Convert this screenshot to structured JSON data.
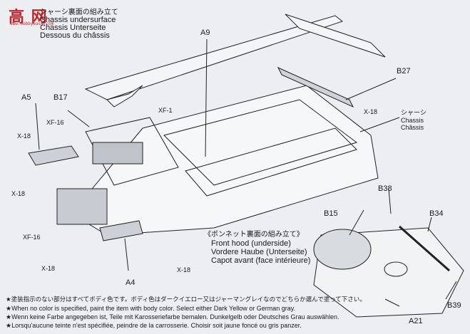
{
  "logo": {
    "text": "高 网",
    "url": "www.hobbyeasy.com"
  },
  "step": {
    "title_jp": "シャーシ裏面の組み立て",
    "title_en": "Chassis undersurface",
    "title_de": "Chassis Unterseite",
    "title_fr": "Dessous du châssis"
  },
  "callouts": {
    "a9": "A9",
    "b27": "B27",
    "a5": "A5",
    "b17": "B17",
    "xf1": "XF-1",
    "xf16_top": "XF-16",
    "x18_left": "X-18",
    "x18_right": "X-18",
    "x18_lower_left": "X-18",
    "xf16_bottom": "XF-16",
    "x18_bottom_left": "X-18",
    "x18_bottom_mid": "X-18",
    "a4": "A4",
    "b38": "B38",
    "b15": "B15",
    "b34": "B34",
    "a21": "A21",
    "b39": "B39"
  },
  "chassis_label": {
    "jp": "シャーシ",
    "en": "Chassis",
    "fr": "Châssis"
  },
  "hood": {
    "title_jp": "《ボンネット裏面の組み立て》",
    "en": "Front hood (underside)",
    "de": "Vordere Haube (Unterseite)",
    "fr": "Capot avant (face intérieure)"
  },
  "notes": {
    "jp": "★塗装指示のない部分はすべてボディ色です。ボディ色はダークイエロー又はジャーマングレイなのでどちらか選んで塗って下さい。",
    "en": "★When no color is specified, paint the item with body color. Select either Dark Yellow or German gray.",
    "de": "★Wenn keine Farbe angegeben ist, Teile mit Karosseriefarbe bemalen. Dunkelgelb oder Deutsches Grau auswählen.",
    "fr": "★Lorsqu'aucune teinte n'est spécifiée, peindre de la carrosserie. Choisir soit jaune foncé ou gris panzer."
  },
  "colors": {
    "logo_red": "#c0262b",
    "ink": "#1a1a1a",
    "paper": "#eceef2"
  }
}
